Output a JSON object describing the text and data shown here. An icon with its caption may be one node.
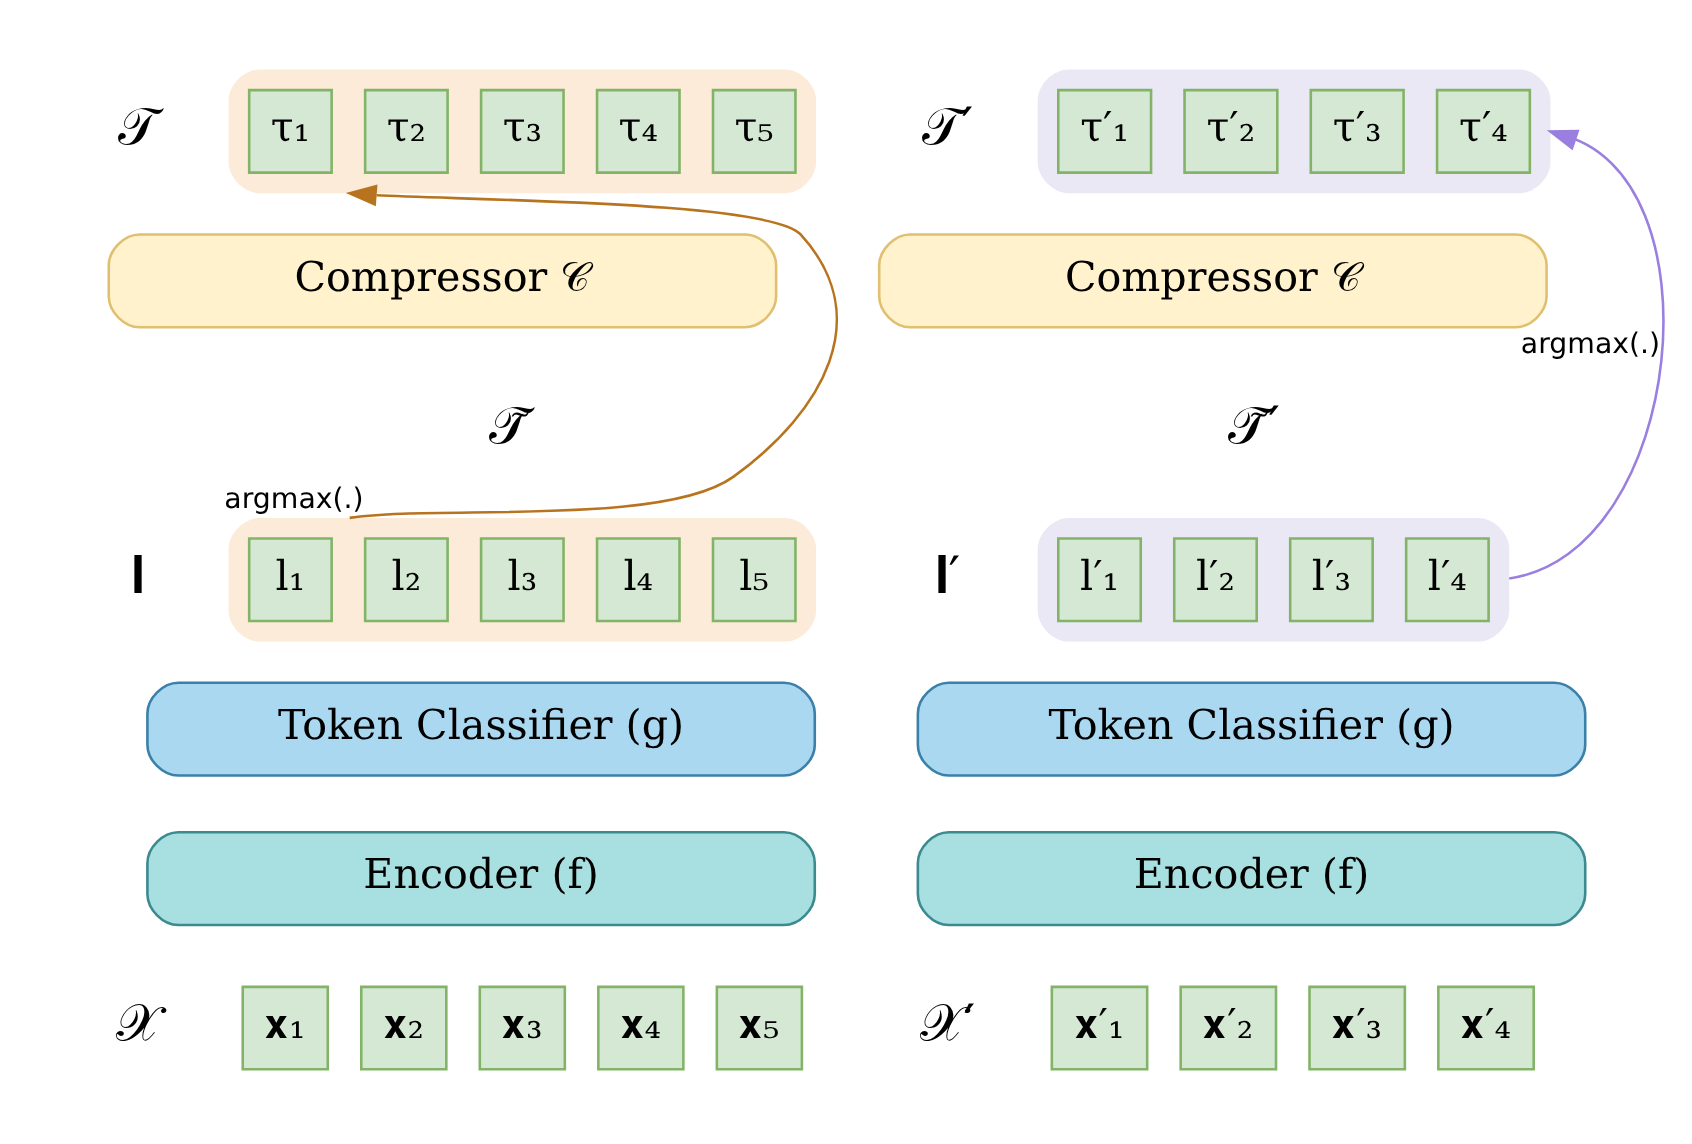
{
  "diagram": {
    "nodes": [
      {
        "text": [],
        "shape": "box",
        "beside": [
          "𝒯"
        ]
      },
      {
        "text": [
          "τ₁"
        ],
        "in": 0
      },
      {
        "text": [
          "τ₂"
        ],
        "in": 0
      },
      {
        "text": [
          "τ₃"
        ],
        "in": 0
      },
      {
        "text": [
          "τ₄"
        ],
        "in": 0
      },
      {
        "text": [
          "τ₅"
        ],
        "in": 0
      },
      {
        "text": [
          "Compressor 𝒞"
        ]
      },
      {
        "text": [],
        "shape": "box",
        "beside": [
          "𝐥"
        ]
      },
      {
        "text": [
          "l₁"
        ],
        "in": 7
      },
      {
        "text": [
          "l₂"
        ],
        "in": 7
      },
      {
        "text": [
          "l₃"
        ],
        "in": 7
      },
      {
        "text": [
          "l₄"
        ],
        "in": 7
      },
      {
        "text": [
          "l₅"
        ],
        "in": 7
      },
      {
        "text": [
          "Token Classifier (g)"
        ]
      },
      {
        "text": [
          "Encoder (f)"
        ]
      },
      {
        "text": [
          "𝐱₁"
        ]
      },
      {
        "text": [
          "𝐱₂"
        ]
      },
      {
        "text": [
          "𝐱₃"
        ]
      },
      {
        "text": [
          "𝐱₄"
        ]
      },
      {
        "text": [
          "𝐱₅"
        ]
      },
      {
        "text": [],
        "shape": "box",
        "beside": [
          "𝒯′"
        ]
      },
      {
        "text": [
          "τ′₁"
        ],
        "in": 20
      },
      {
        "text": [
          "τ′₂"
        ],
        "in": 20
      },
      {
        "text": [
          "τ′₃"
        ],
        "in": 20
      },
      {
        "text": [
          "τ′₄"
        ],
        "in": 20
      },
      {
        "text": [
          "Compressor 𝒞"
        ]
      },
      {
        "text": [],
        "shape": "box",
        "beside": [
          "𝐥′"
        ]
      },
      {
        "text": [
          "l′₁"
        ],
        "in": 26
      },
      {
        "text": [
          "l′₂"
        ],
        "in": 26
      },
      {
        "text": [
          "l′₃"
        ],
        "in": 26
      },
      {
        "text": [
          "l′₄"
        ],
        "in": 26
      },
      {
        "text": [
          "Token Classifier (g)"
        ]
      },
      {
        "text": [
          "Encoder (f)"
        ]
      },
      {
        "text": [
          "𝐱′₁"
        ]
      },
      {
        "text": [
          "𝐱′₂"
        ]
      },
      {
        "text": [
          "𝐱′₃"
        ]
      },
      {
        "text": [
          "𝐱′₄"
        ]
      }
    ],
    "edges": [
      {
        "from": 7,
        "to": 0,
        "arrow": "to",
        "label": "argmax(.)",
        "color": "#b8731f"
      },
      {
        "from": 26,
        "to": 20,
        "arrow": "to",
        "label": "argmax(.)",
        "color": "#9b7fe0"
      }
    ],
    "labels": [
      "𝒯̃",
      "𝒳",
      "𝒯̃′",
      "𝒳′"
    ]
  }
}
